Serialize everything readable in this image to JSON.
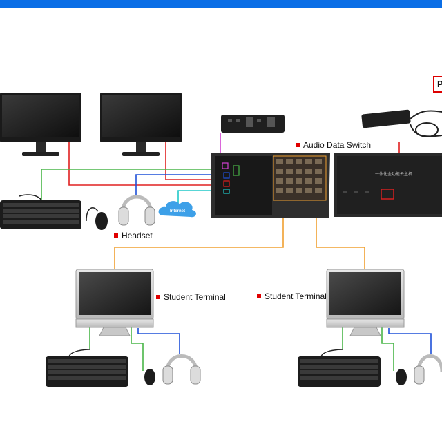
{
  "labels": {
    "audio_switch": "Audio Data Switch",
    "headset": "Headset",
    "student_terminal_left": "Student Terminal",
    "student_terminal_right": "Student Terminal",
    "internet": "Internet",
    "pc_partial": "P",
    "server_text": "一体化全功能云主机"
  },
  "colors": {
    "accent_bar": "#0a6ee6",
    "label_square": "#e00000",
    "cable_red": "#e02020",
    "cable_green": "#49b648",
    "cable_blue": "#1e50d8",
    "cable_magenta": "#d040d0",
    "cable_cyan": "#20c8c8",
    "cable_orange": "#f0a030"
  },
  "icons": [
    "monitor-icon",
    "keyboard-icon",
    "mouse-icon",
    "headset-icon",
    "cloud-icon",
    "remote-icon",
    "power-adapter-icon"
  ]
}
